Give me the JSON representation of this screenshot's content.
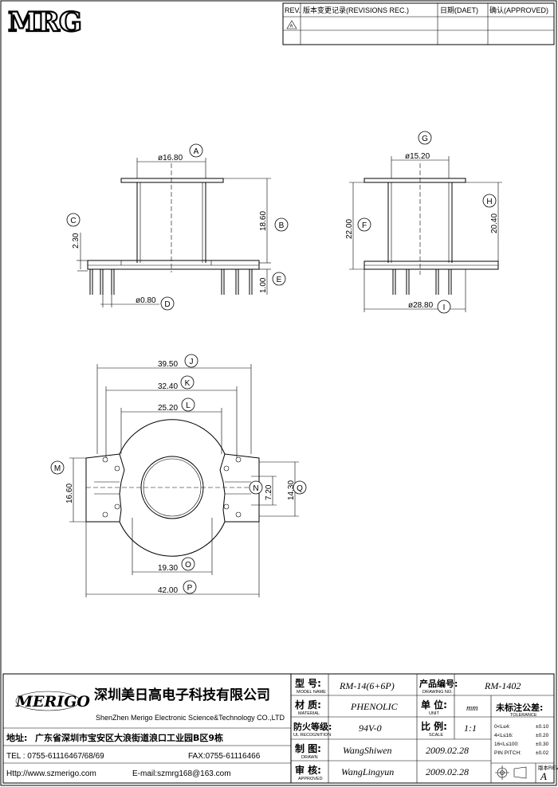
{
  "header": {
    "logo": "MRG",
    "rev_label": "REV.",
    "rev_record_label": "版本变更记录(REVISIONS REC.)",
    "date_label": "日期(DAET)",
    "approved_label": "确认(APPROVED)",
    "rev_mark": "A"
  },
  "dimensions": {
    "A": "ø16.80",
    "B": "18.60",
    "C": "2.30",
    "D": "ø0.80",
    "E": "1.00",
    "F": "22.00",
    "G": "ø15.20",
    "H": "20.40",
    "I": "ø28.80",
    "J": "39.50",
    "K": "32.40",
    "L": "25.20",
    "M": "16.60",
    "N": "7.20",
    "O": "19.30",
    "P": "42.00",
    "Q": "14.30"
  },
  "title_block": {
    "company_logo": "MERIGO",
    "company_cn": "深圳美日高电子科技有限公司",
    "company_en": "ShenZhen Merigo Electronic Science&Technology CO.,LTD",
    "address_label": "地址:",
    "address": "广东省深圳市宝安区大浪街道浪口工业园B区9栋",
    "tel": "TEL : 0755-61116467/68/69",
    "fax": "FAX:0755-61116466",
    "web": "Http://www.szmerigo.com",
    "email": "E-mail:szmrg168@163.com",
    "model_label": "型 号:",
    "model_en": "MODEL NAME",
    "model": "RM-14(6+6P)",
    "drawing_label": "产品编号:",
    "drawing_en": "DRAWING NO.",
    "drawing": "RM-1402",
    "material_label": "材 质:",
    "material_en": "MATERIAL",
    "material": "PHENOLIC",
    "unit_label": "单 位:",
    "unit_en": "UNIT",
    "unit": "mm",
    "tolerance_label": "未标注公差:",
    "tolerance_en": "TOLERANCE",
    "tol1": "0<L≤4:",
    "tol1v": "±0.10",
    "tol2": "4<L≤16:",
    "tol2v": "±0.20",
    "tol3": "16<L≤100:",
    "tol3v": "±0.30",
    "tol4": "PIN PITCH:",
    "tol4v": "±0.02",
    "ul_label": "防火等级:",
    "ul_en": "UL RECOGNITION",
    "ul": "94V-0",
    "scale_label": "比 例:",
    "scale_en": "SCALE",
    "scale": "1:1",
    "drawn_label": "制 图:",
    "drawn_en": "DRAWN",
    "drawn": "WangShiwen",
    "drawn_date": "2009.02.28",
    "approved_label": "审 核:",
    "approved_en": "APPROVED",
    "approved": "WangLingyun",
    "approved_date": "2009.02.28",
    "version_label": "版本REV.",
    "version": "A"
  }
}
